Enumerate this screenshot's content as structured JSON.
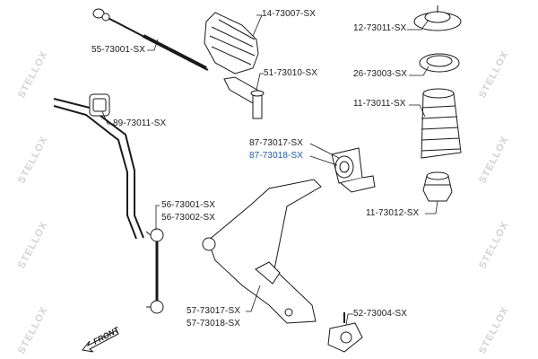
{
  "parts": [
    {
      "id": "p1",
      "code": "14-73007-SX"
    },
    {
      "id": "p2",
      "code": "12-73011-SX"
    },
    {
      "id": "p3",
      "code": "55-73001-SX"
    },
    {
      "id": "p4",
      "code": "26-73003-SX"
    },
    {
      "id": "p5",
      "code": "51-73010-SX"
    },
    {
      "id": "p6",
      "code": "89-73011-SX"
    },
    {
      "id": "p7",
      "code": "11-73011-SX"
    },
    {
      "id": "p8",
      "code": "87-73017-SX"
    },
    {
      "id": "p9",
      "code": "87-73018-SX",
      "highlight": true
    },
    {
      "id": "p10",
      "code": "11-73012-SX"
    },
    {
      "id": "p11",
      "code": "56-73001-SX"
    },
    {
      "id": "p12",
      "code": "56-73002-SX"
    },
    {
      "id": "p13",
      "code": "57-73017-SX"
    },
    {
      "id": "p14",
      "code": "57-73018-SX"
    },
    {
      "id": "p15",
      "code": "52-73004-SX"
    }
  ],
  "front_label": "FRONT",
  "watermark": "STELLOX",
  "colors": {
    "highlight": "#1f5ab0",
    "line": "#1a1a1a",
    "watermark": "#d2d2d2"
  }
}
